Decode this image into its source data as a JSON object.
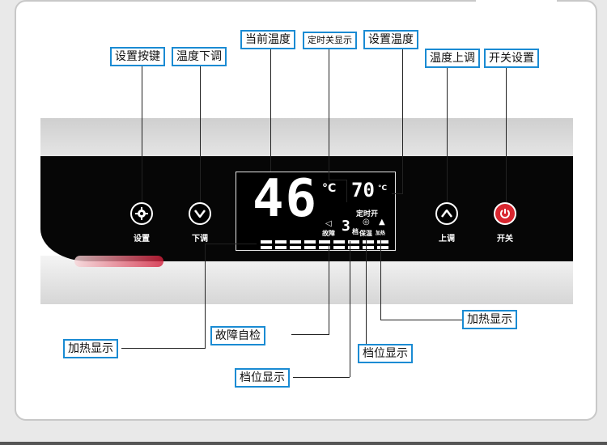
{
  "callouts": {
    "settings_key": "设置按键",
    "temp_down": "温度下调",
    "current_temp": "当前温度",
    "timer_display": "定时关显示",
    "set_temp": "设置温度",
    "temp_up": "温度上调",
    "power_setting": "开关设置",
    "heating_left": "加热显示",
    "fault_check": "故障自检",
    "gear_display_bottom": "档位显示",
    "gear_display_right": "档位显示",
    "heating_right": "加热显示"
  },
  "buttons": {
    "settings": "设置",
    "down": "下调",
    "up": "上调",
    "power": "开关"
  },
  "lcd": {
    "current_temp_value": "46",
    "current_temp_unit": "°C",
    "set_temp_value": "70",
    "set_temp_unit": "°C",
    "timer_label": "定时开",
    "fault_label": "故障",
    "gear_value": "3",
    "gear_unit": "档",
    "keep_warm_label": "保温",
    "heating_label": "加热"
  }
}
